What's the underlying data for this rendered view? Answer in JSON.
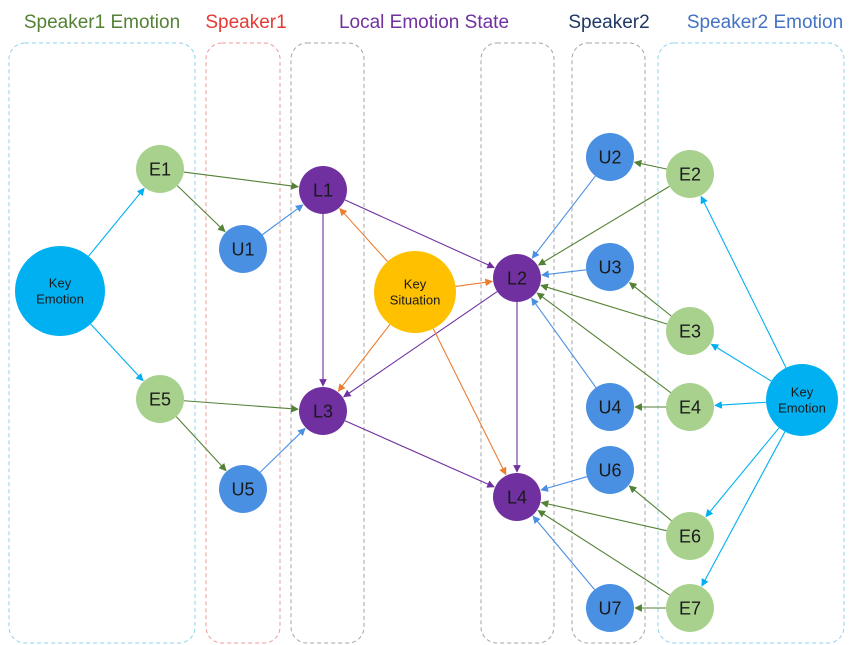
{
  "colors": {
    "speaker1_emotion": "#538135",
    "speaker1": "#e53935",
    "local_emotion_state": "#7030a0",
    "speaker2": "#1f3864",
    "speaker2_emotion": "#4472c4",
    "emotion_node": "#a9d18e",
    "utterance_node": "#4a90e2",
    "local_node": "#7030a0",
    "key_emotion_node": "#00b0f0",
    "key_situation_node": "#ffc000",
    "edge_green": "#538135",
    "edge_blue": "#4a90e2",
    "edge_purple": "#7030a0",
    "edge_orange": "#ed7d31",
    "edge_cyan": "#00b0f0"
  },
  "columns": [
    {
      "id": "speaker1-emotion",
      "title": "Speaker1 Emotion",
      "color_key": "speaker1_emotion"
    },
    {
      "id": "speaker1",
      "title": "Speaker1",
      "color_key": "speaker1"
    },
    {
      "id": "local-emotion-state",
      "title": "Local Emotion State",
      "color_key": "local_emotion_state"
    },
    {
      "id": "speaker2",
      "title": "Speaker2",
      "color_key": "speaker2"
    },
    {
      "id": "speaker2-emotion",
      "title": "Speaker2 Emotion",
      "color_key": "speaker2_emotion"
    }
  ],
  "nodes": [
    {
      "id": "KE1",
      "lines": [
        "Key",
        "Emotion"
      ],
      "kind": "key_emotion"
    },
    {
      "id": "E1",
      "lines": [
        "E1"
      ],
      "kind": "emotion"
    },
    {
      "id": "E5",
      "lines": [
        "E5"
      ],
      "kind": "emotion"
    },
    {
      "id": "U1",
      "lines": [
        "U1"
      ],
      "kind": "utterance"
    },
    {
      "id": "U5",
      "lines": [
        "U5"
      ],
      "kind": "utterance"
    },
    {
      "id": "L1",
      "lines": [
        "L1"
      ],
      "kind": "local"
    },
    {
      "id": "L3",
      "lines": [
        "L3"
      ],
      "kind": "local"
    },
    {
      "id": "KS",
      "lines": [
        "Key",
        "Situation"
      ],
      "kind": "key_situation"
    },
    {
      "id": "L2",
      "lines": [
        "L2"
      ],
      "kind": "local"
    },
    {
      "id": "L4",
      "lines": [
        "L4"
      ],
      "kind": "local"
    },
    {
      "id": "U2",
      "lines": [
        "U2"
      ],
      "kind": "utterance"
    },
    {
      "id": "U3",
      "lines": [
        "U3"
      ],
      "kind": "utterance"
    },
    {
      "id": "U4",
      "lines": [
        "U4"
      ],
      "kind": "utterance"
    },
    {
      "id": "U6",
      "lines": [
        "U6"
      ],
      "kind": "utterance"
    },
    {
      "id": "U7",
      "lines": [
        "U7"
      ],
      "kind": "utterance"
    },
    {
      "id": "E2",
      "lines": [
        "E2"
      ],
      "kind": "emotion"
    },
    {
      "id": "E3",
      "lines": [
        "E3"
      ],
      "kind": "emotion"
    },
    {
      "id": "E4",
      "lines": [
        "E4"
      ],
      "kind": "emotion"
    },
    {
      "id": "E6",
      "lines": [
        "E6"
      ],
      "kind": "emotion"
    },
    {
      "id": "E7",
      "lines": [
        "E7"
      ],
      "kind": "emotion"
    },
    {
      "id": "KE2",
      "lines": [
        "Key",
        "Emotion"
      ],
      "kind": "key_emotion"
    }
  ],
  "edges": [
    {
      "from": "KE1",
      "to": "E1",
      "color_key": "edge_cyan"
    },
    {
      "from": "KE1",
      "to": "E5",
      "color_key": "edge_cyan"
    },
    {
      "from": "E1",
      "to": "L1",
      "color_key": "edge_green"
    },
    {
      "from": "E1",
      "to": "U1",
      "color_key": "edge_green"
    },
    {
      "from": "U1",
      "to": "L1",
      "color_key": "edge_blue"
    },
    {
      "from": "E5",
      "to": "L3",
      "color_key": "edge_green"
    },
    {
      "from": "E5",
      "to": "U5",
      "color_key": "edge_green"
    },
    {
      "from": "U5",
      "to": "L3",
      "color_key": "edge_blue"
    },
    {
      "from": "L1",
      "to": "L3",
      "color_key": "edge_purple"
    },
    {
      "from": "L1",
      "to": "L2",
      "color_key": "edge_purple"
    },
    {
      "from": "L2",
      "to": "L3",
      "color_key": "edge_purple"
    },
    {
      "from": "L2",
      "to": "L4",
      "color_key": "edge_purple"
    },
    {
      "from": "L3",
      "to": "L4",
      "color_key": "edge_purple"
    },
    {
      "from": "KS",
      "to": "L1",
      "color_key": "edge_orange"
    },
    {
      "from": "KS",
      "to": "L2",
      "color_key": "edge_orange"
    },
    {
      "from": "KS",
      "to": "L3",
      "color_key": "edge_orange"
    },
    {
      "from": "KS",
      "to": "L4",
      "color_key": "edge_orange"
    },
    {
      "from": "U2",
      "to": "L2",
      "color_key": "edge_blue"
    },
    {
      "from": "U3",
      "to": "L2",
      "color_key": "edge_blue"
    },
    {
      "from": "U4",
      "to": "L2",
      "color_key": "edge_blue"
    },
    {
      "from": "U6",
      "to": "L4",
      "color_key": "edge_blue"
    },
    {
      "from": "U7",
      "to": "L4",
      "color_key": "edge_blue"
    },
    {
      "from": "E2",
      "to": "U2",
      "color_key": "edge_green"
    },
    {
      "from": "E2",
      "to": "L2",
      "color_key": "edge_green"
    },
    {
      "from": "E3",
      "to": "U3",
      "color_key": "edge_green"
    },
    {
      "from": "E3",
      "to": "L2",
      "color_key": "edge_green"
    },
    {
      "from": "E4",
      "to": "U4",
      "color_key": "edge_green"
    },
    {
      "from": "E4",
      "to": "L2",
      "color_key": "edge_green"
    },
    {
      "from": "E6",
      "to": "U6",
      "color_key": "edge_green"
    },
    {
      "from": "E6",
      "to": "L4",
      "color_key": "edge_green"
    },
    {
      "from": "E7",
      "to": "U7",
      "color_key": "edge_green"
    },
    {
      "from": "E7",
      "to": "L4",
      "color_key": "edge_green"
    },
    {
      "from": "KE2",
      "to": "E2",
      "color_key": "edge_cyan"
    },
    {
      "from": "KE2",
      "to": "E3",
      "color_key": "edge_cyan"
    },
    {
      "from": "KE2",
      "to": "E4",
      "color_key": "edge_cyan"
    },
    {
      "from": "KE2",
      "to": "E6",
      "color_key": "edge_cyan"
    },
    {
      "from": "KE2",
      "to": "E7",
      "color_key": "edge_cyan"
    }
  ]
}
